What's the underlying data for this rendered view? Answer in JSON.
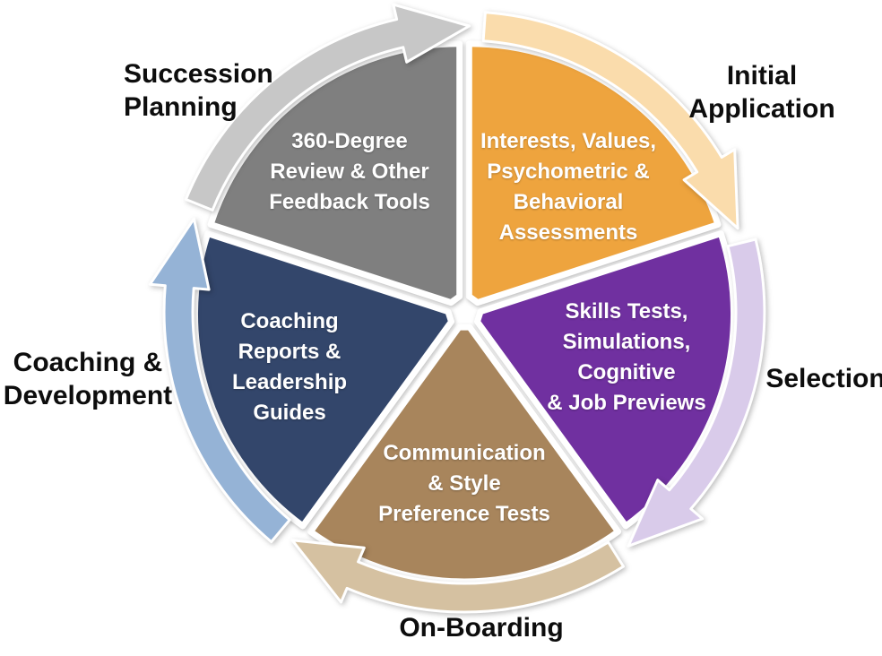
{
  "figure": {
    "type": "cycle-diagram",
    "description": "Five-stage employee lifecycle wheel with assessment tools per stage, clockwise flow arrows",
    "background_color": "#FFFFFF",
    "label_text_color": "#0D0D0D",
    "wedge_text_color": "#FFFFFF",
    "gap_color": "#FFFFFF"
  },
  "segments": [
    {
      "id": "initial-application",
      "stage_label": "Initial\nApplication",
      "wedge_text": "Interests, Values,\nPsychometric &\nBehavioral\nAssessments",
      "color": "#EEA43E",
      "arrow_color": "#FADCAC",
      "start_angle": 0,
      "end_angle": 72
    },
    {
      "id": "selection",
      "stage_label": "Selection",
      "wedge_text": "Skills Tests,\nSimulations,\nCognitive\n& Job Previews",
      "color": "#7030A0",
      "arrow_color": "#D9CBEA",
      "start_angle": 72,
      "end_angle": 144
    },
    {
      "id": "on-boarding",
      "stage_label": "On-Boarding",
      "wedge_text": "Communication\n& Style\nPreference Tests",
      "color": "#A8855C",
      "arrow_color": "#D5C1A1",
      "start_angle": 144,
      "end_angle": 216
    },
    {
      "id": "coaching-development",
      "stage_label": "Coaching &\nDevelopment",
      "wedge_text": "Coaching\nReports &\nLeadership\nGuides",
      "color": "#33466B",
      "arrow_color": "#95B3D6",
      "start_angle": 216,
      "end_angle": 288
    },
    {
      "id": "succession-planning",
      "stage_label": "Succession\nPlanning",
      "wedge_text": "360-Degree\nReview & Other\nFeedback Tools",
      "color": "#7F7F7F",
      "arrow_color": "#C7C7C7",
      "start_angle": 288,
      "end_angle": 360
    }
  ]
}
